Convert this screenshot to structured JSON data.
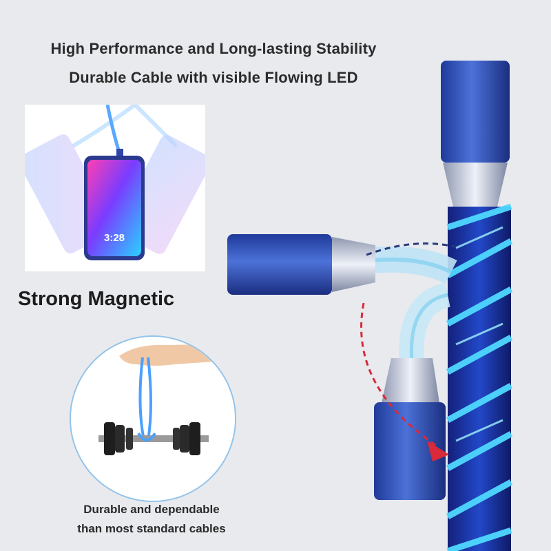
{
  "header": {
    "line1": "High Performance and Long-lasting Stability",
    "line2": "Durable Cable with visible  Flowing LED"
  },
  "phone_panel": {
    "time": "3:28"
  },
  "magnetic": {
    "label": "Strong Magnetic"
  },
  "durability": {
    "caption_line1": "Durable and dependable",
    "caption_line2": "than most standard cables"
  },
  "colors": {
    "background": "#e9eaee",
    "connector_blue": "#2a4cb0",
    "led_cyan": "#4fd8ff",
    "arrow_red": "#d82a3a",
    "arrow_navy": "#2b3a7a"
  }
}
